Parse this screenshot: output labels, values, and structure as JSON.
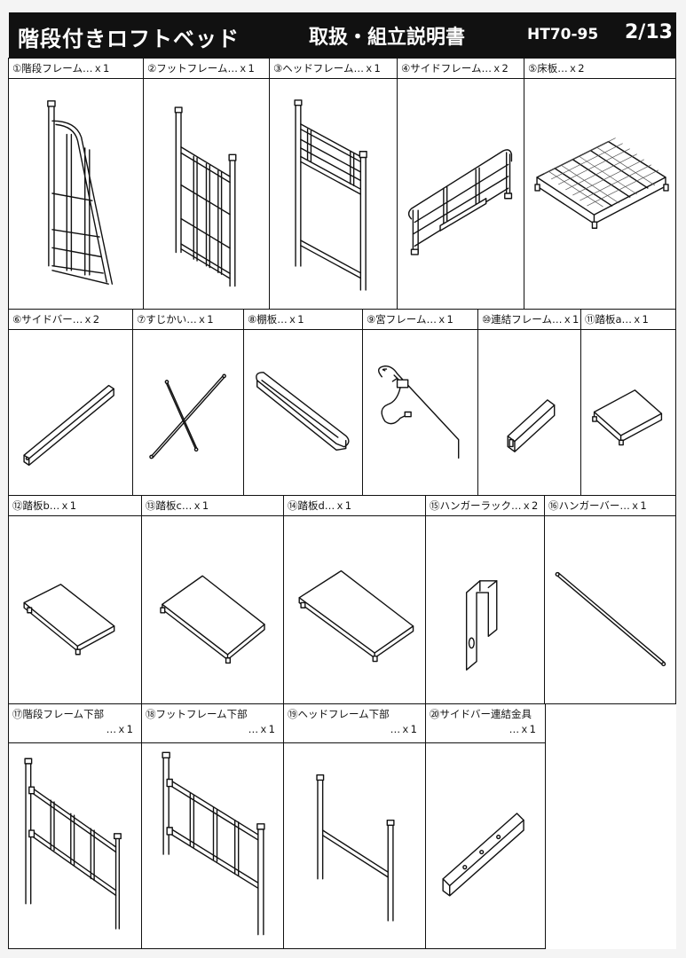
{
  "header": {
    "title": "階段付きロフトベッド",
    "subtitle": "取扱・組立説明書",
    "model": "HT70-95",
    "page": "2/13"
  },
  "parts": [
    {
      "label": "①階段フレーム…ｘ1",
      "icon": "stair-frame-icon"
    },
    {
      "label": "②フットフレーム…ｘ1",
      "icon": "foot-frame-icon"
    },
    {
      "label": "③ヘッドフレーム…ｘ1",
      "icon": "head-frame-icon"
    },
    {
      "label": "④サイドフレーム…ｘ2",
      "icon": "side-frame-icon"
    },
    {
      "label": "⑤床板…ｘ2",
      "icon": "floor-board-icon"
    },
    {
      "label": "⑥サイドバー…ｘ2",
      "icon": "side-bar-icon"
    },
    {
      "label": "⑦すじかい…ｘ1",
      "icon": "cross-brace-icon"
    },
    {
      "label": "⑧棚板…ｘ1",
      "icon": "shelf-board-icon"
    },
    {
      "label": "⑨宮フレーム…ｘ1",
      "icon": "shelf-frame-icon"
    },
    {
      "label": "⑩連結フレーム…ｘ1",
      "icon": "connecting-frame-icon"
    },
    {
      "label": "⑪踏板a…ｘ1",
      "icon": "step-board-a-icon"
    },
    {
      "label": "⑫踏板b…ｘ1",
      "icon": "step-board-b-icon"
    },
    {
      "label": "⑬踏板c…ｘ1",
      "icon": "step-board-c-icon"
    },
    {
      "label": "⑭踏板d…ｘ1",
      "icon": "step-board-d-icon"
    },
    {
      "label": "⑮ハンガーラック…ｘ2",
      "icon": "hanger-rack-icon"
    },
    {
      "label": "⑯ハンガーバー…ｘ1",
      "icon": "hanger-bar-icon"
    },
    {
      "label": "⑰階段フレーム下部",
      "qty": "…ｘ1",
      "icon": "stair-frame-lower-icon"
    },
    {
      "label": "⑱フットフレーム下部",
      "qty": "…ｘ1",
      "icon": "foot-frame-lower-icon"
    },
    {
      "label": "⑲ヘッドフレーム下部",
      "qty": "…ｘ1",
      "icon": "head-frame-lower-icon"
    },
    {
      "label": "⑳サイドバー連結金具",
      "qty": "…ｘ1",
      "icon": "side-bar-bracket-icon"
    }
  ]
}
